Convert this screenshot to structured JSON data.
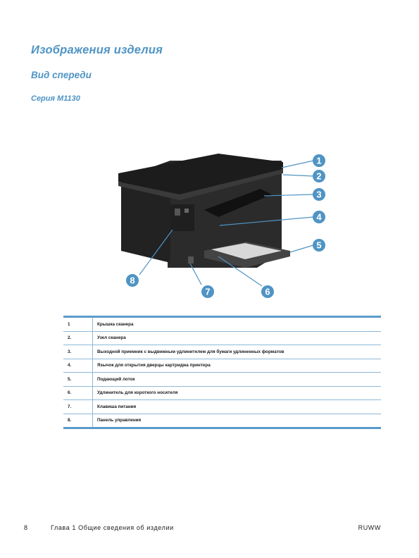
{
  "page": {
    "title": "Изображения изделия",
    "subtitle": "Вид спереди",
    "series": "Серия M1130"
  },
  "figure": {
    "callouts": [
      "1",
      "2",
      "3",
      "4",
      "5",
      "6",
      "7",
      "8"
    ],
    "colors": {
      "callout": "#4f94c4",
      "printer_body": "#2b2b2b",
      "printer_top": "#1c1c1c"
    }
  },
  "parts_table": [
    {
      "num": "1",
      "label": "Крышка сканера"
    },
    {
      "num": "2.",
      "label": "Узел сканера"
    },
    {
      "num": "3.",
      "label": "Выходной приемник с выдвижным удлинителем для бумаги удлиненных форматов"
    },
    {
      "num": "4.",
      "label": "Язычок для открытия дверцы картриджа принтера"
    },
    {
      "num": "5.",
      "label": "Подающий лоток"
    },
    {
      "num": "6.",
      "label": "Удлинитель для короткого носителя"
    },
    {
      "num": "7.",
      "label": "Клавиша питания"
    },
    {
      "num": "8.",
      "label": "Панель управления"
    }
  ],
  "footer": {
    "page_number": "8",
    "chapter": "Глава 1   Общие сведения об изделии",
    "lang": "RUWW"
  }
}
